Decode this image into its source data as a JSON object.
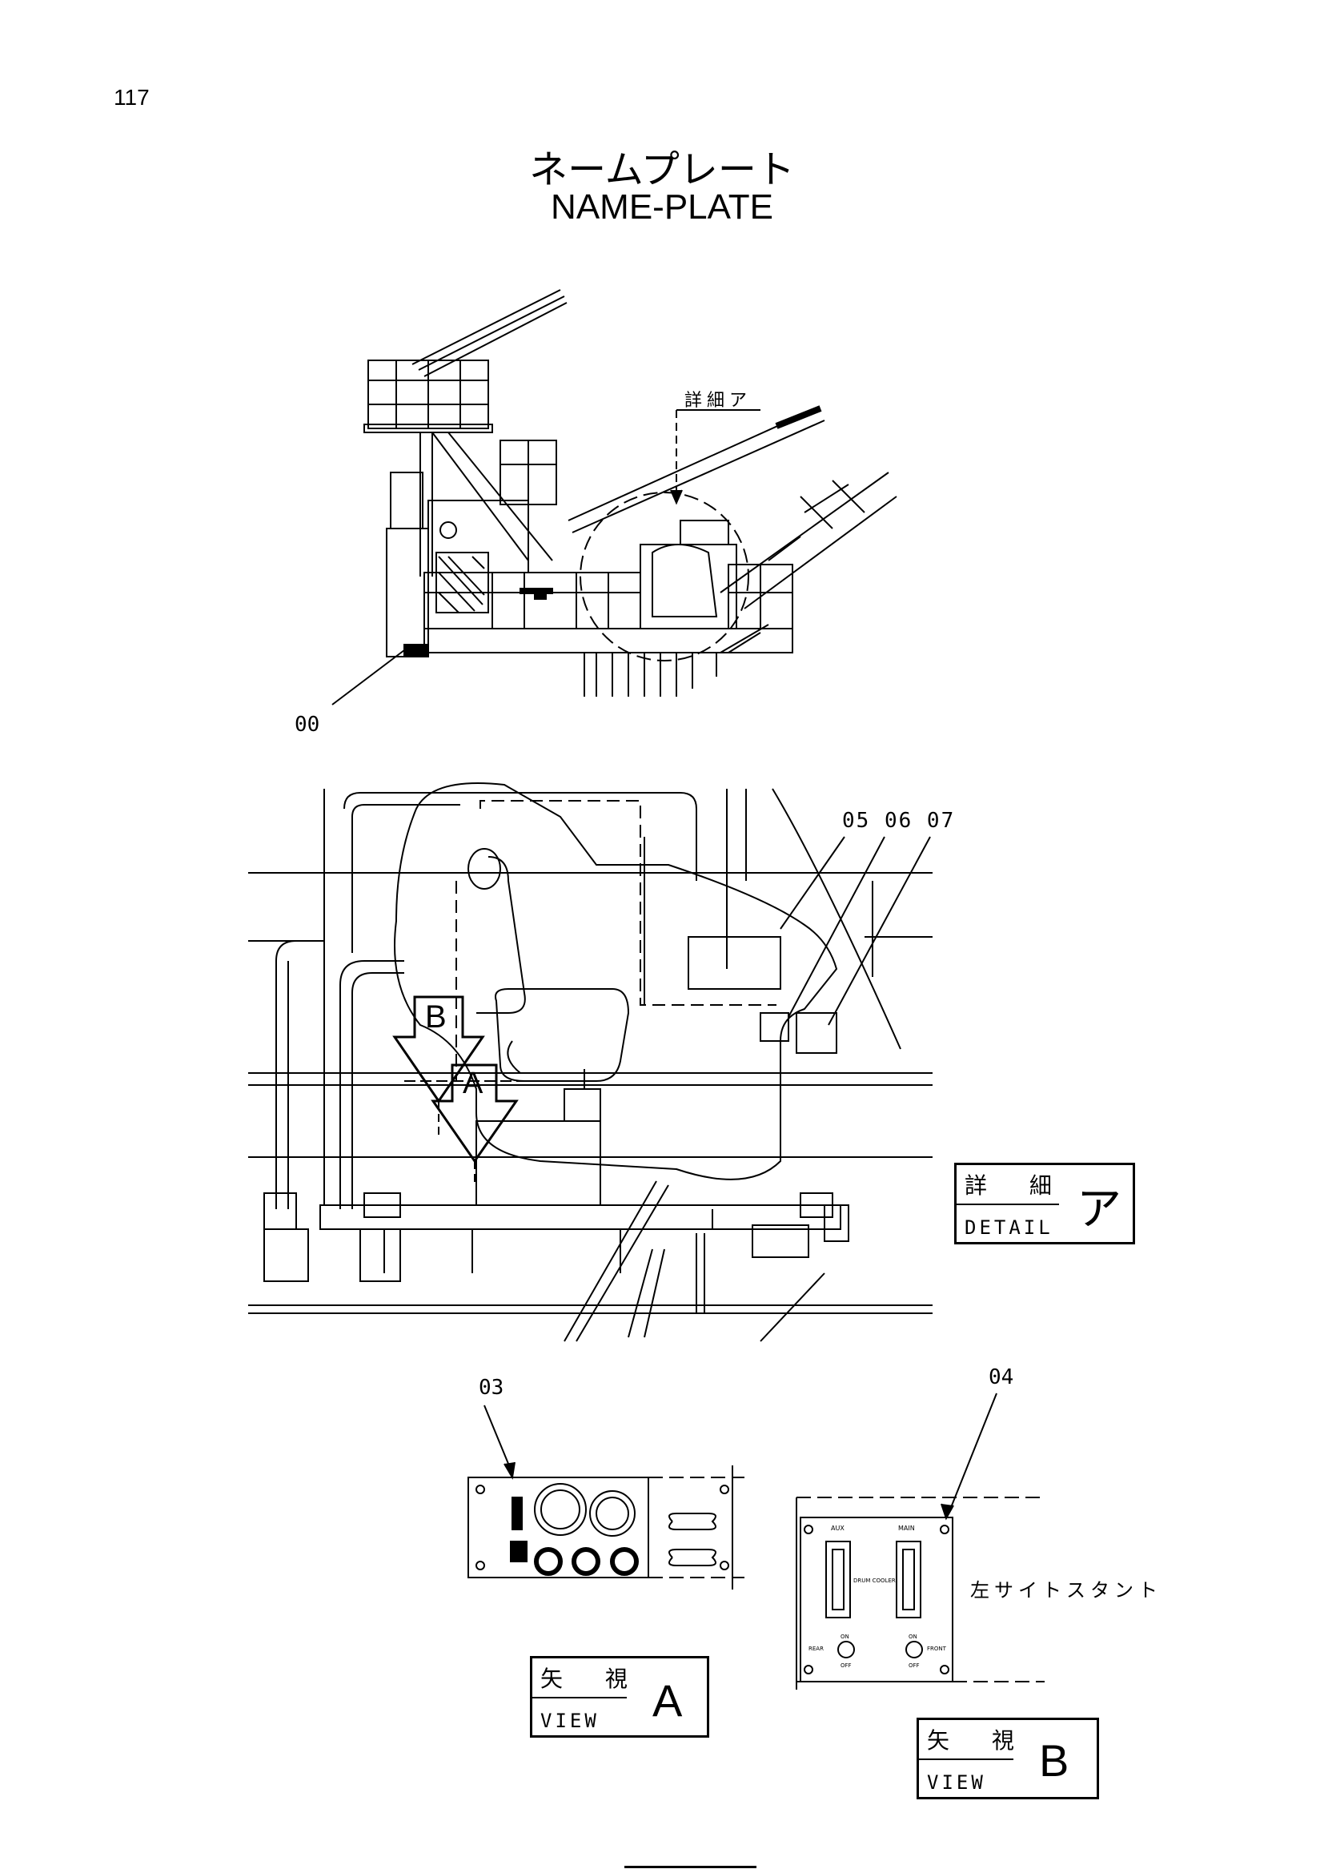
{
  "page": {
    "number": "117"
  },
  "title": {
    "jp": "ネームプレート",
    "en": "NAME-PLATE"
  },
  "callouts": {
    "c00": "00",
    "c03": "03",
    "c04": "04",
    "c05_07": "05 06 07",
    "detail_marker": "詳細ア"
  },
  "view_arrows": {
    "a": "A",
    "b": "B"
  },
  "detail_box": {
    "jp": "詳 細",
    "en": "DETAIL",
    "mark": "ア"
  },
  "view_a_box": {
    "jp": "矢 視",
    "en": "VIEW",
    "mark": "A"
  },
  "view_b_box": {
    "jp": "矢 視",
    "en": "VIEW",
    "mark": "B"
  },
  "side_stand_label": "左サイトスタント",
  "panel_b": {
    "top_left": "AUX",
    "top_right": "MAIN",
    "center": "DRUM COOLER",
    "left_knob": "REAR",
    "right_knob": "FRONT",
    "on": "ON",
    "off": "OFF"
  }
}
